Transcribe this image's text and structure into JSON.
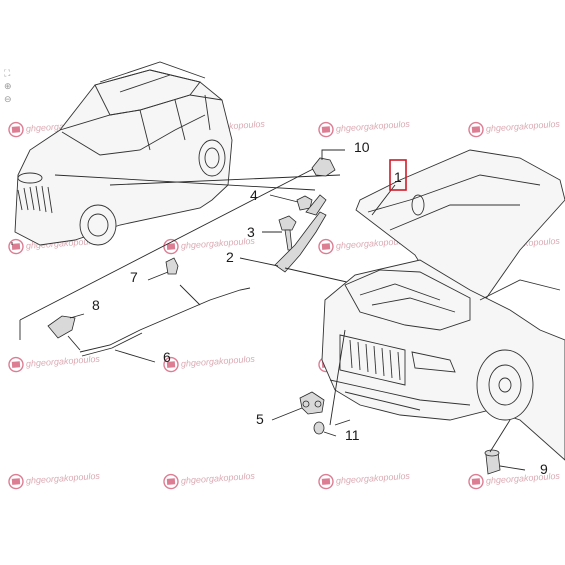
{
  "watermark": {
    "text": "ghgeorgakopoulos",
    "brand_color": "#c0143c"
  },
  "zoom_controls": {
    "fit_icon": "fit-screen-icon",
    "zoom_in_icon": "zoom-in-icon",
    "zoom_out_icon": "zoom-out-icon"
  },
  "callouts": {
    "c1": "1",
    "c2": "2",
    "c3": "3",
    "c4": "4",
    "c5": "5",
    "c6": "6",
    "c7": "7",
    "c8": "8",
    "c9": "9",
    "c10": "10",
    "c11": "11"
  },
  "highlight": {
    "selected_callout": "1",
    "highlight_color": "#d11a2a"
  }
}
